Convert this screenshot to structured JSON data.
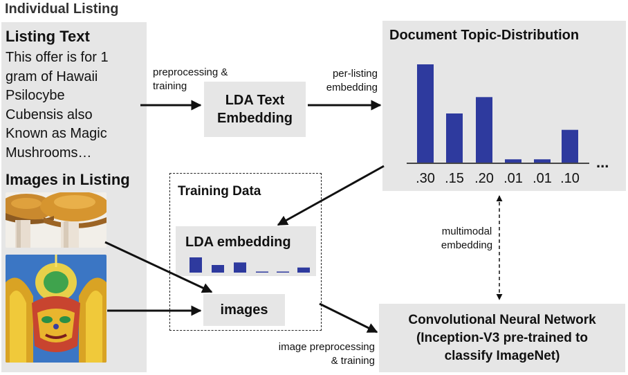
{
  "individual_listing": "Individual Listing",
  "listing_text": {
    "heading": "Listing Text",
    "lines": [
      "This offer is for 1",
      "gram of Hawaii",
      "Psilocybe",
      "Cubensis also",
      "Known as Magic",
      "Mushrooms…"
    ]
  },
  "images_in_listing": "Images in Listing",
  "preprocessing_label": [
    "preprocessing &",
    "training"
  ],
  "lda_text_embedding": [
    "LDA Text",
    "Embedding"
  ],
  "per_listing_label": [
    "per-listing",
    "embedding"
  ],
  "topic_distribution": {
    "title": "Document Topic-Distribution",
    "values": [
      0.3,
      0.15,
      0.2,
      0.01,
      0.01,
      0.1
    ],
    "labels": [
      ".30",
      ".15",
      ".20",
      ".01",
      ".01",
      ".10"
    ],
    "ellipsis": "...",
    "bar_color": "#2e3a9e"
  },
  "training_data": {
    "title": "Training Data",
    "lda_embedding": "LDA embedding",
    "mini_values": [
      0.3,
      0.15,
      0.2,
      0.01,
      0.01,
      0.1
    ],
    "images": "images"
  },
  "multimodal_label": [
    "multimodal",
    "embedding"
  ],
  "cnn": [
    "Convolutional Neural Network",
    "(Inception-V3 pre-trained to",
    "classify ImageNet)"
  ],
  "image_preprocessing_label": [
    "image preprocessing",
    "& training"
  ]
}
